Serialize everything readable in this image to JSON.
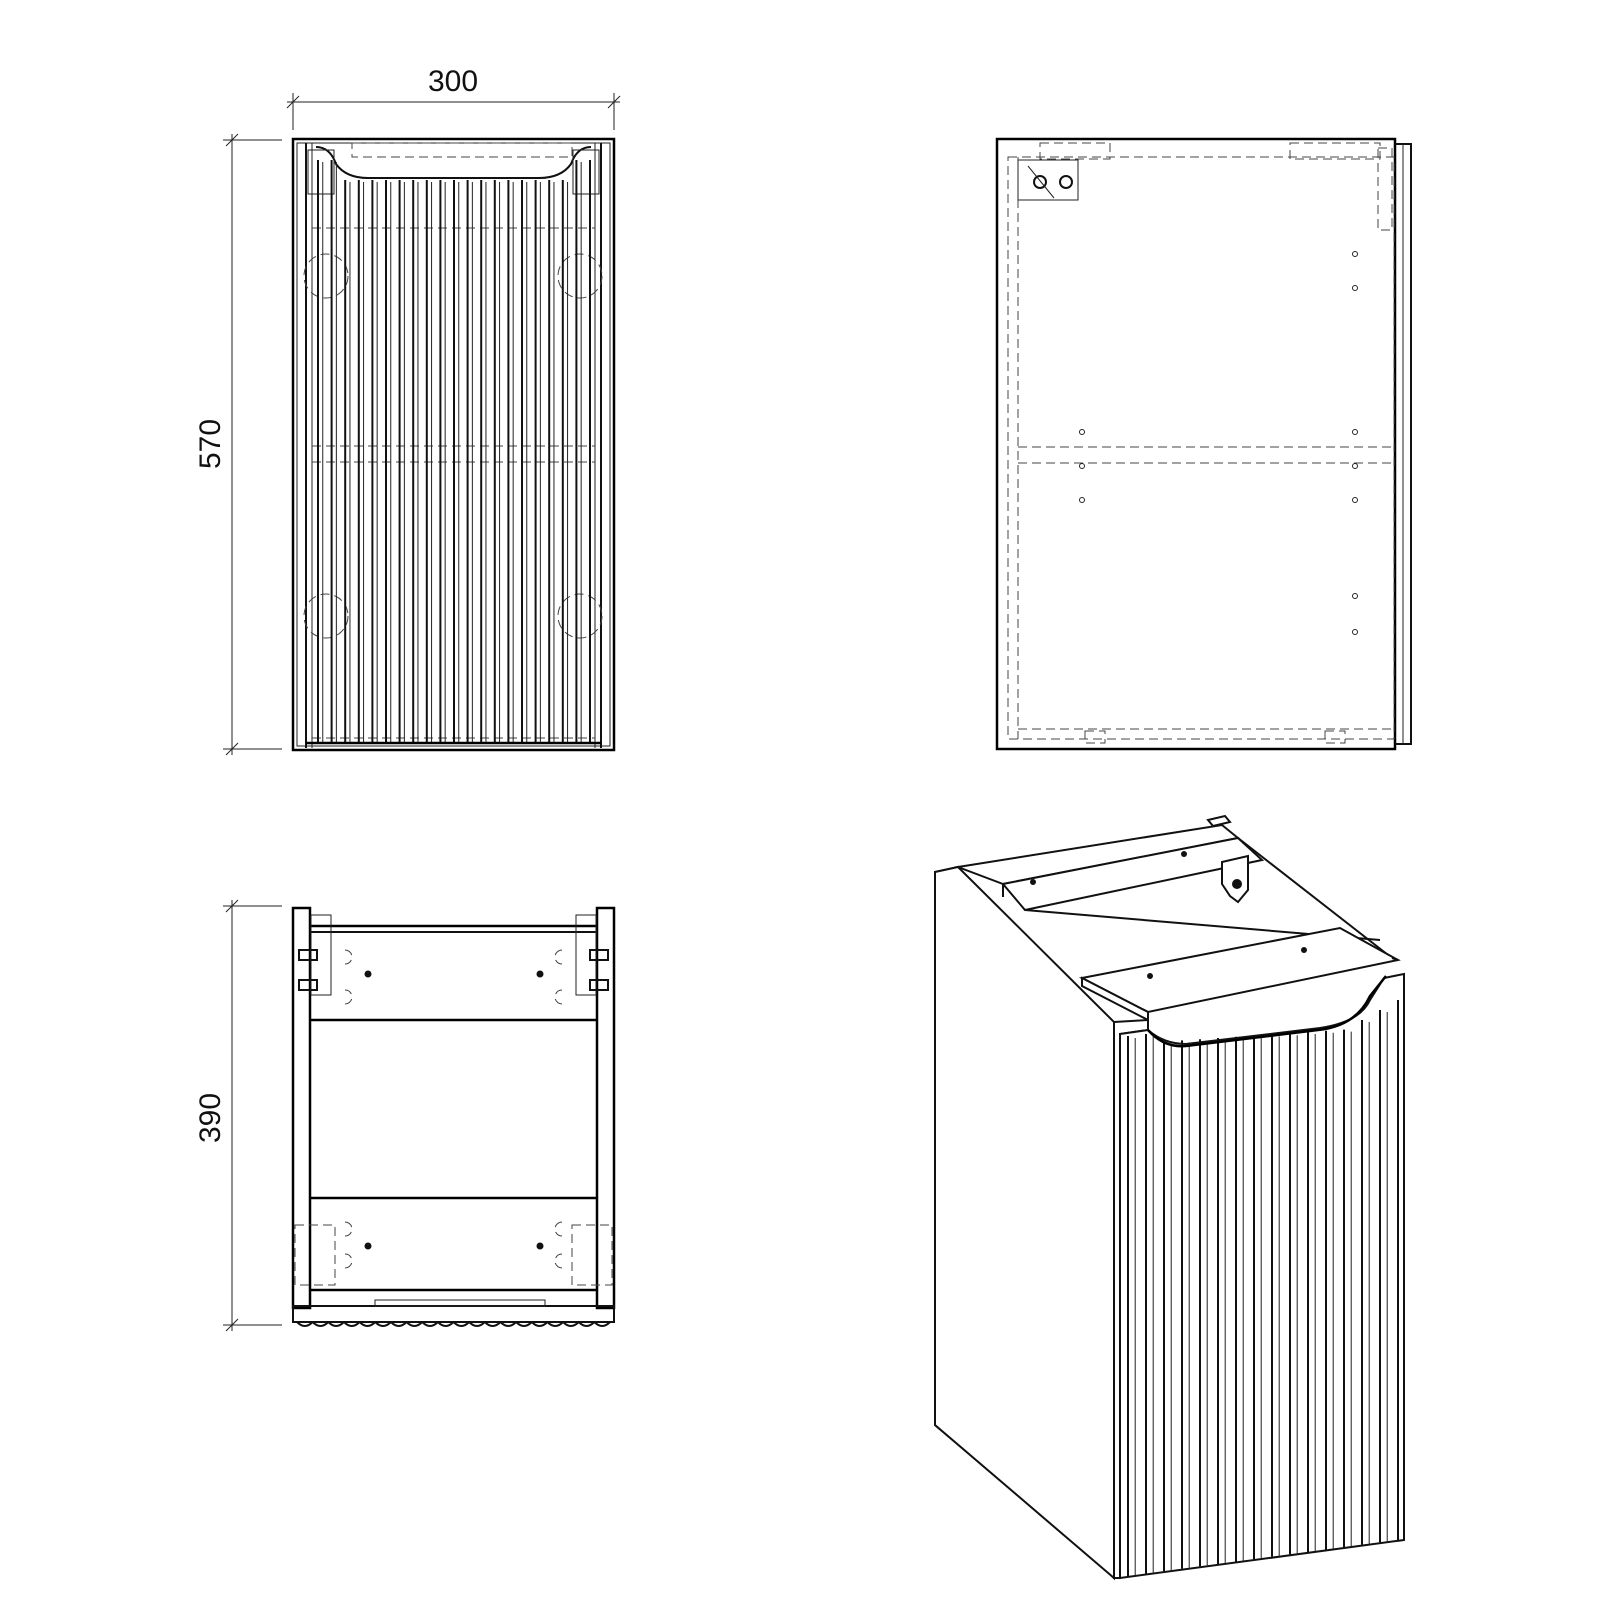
{
  "drawing": {
    "dimensions": {
      "width": "300",
      "height": "570",
      "depth": "390"
    },
    "front_view": {
      "flute_count": 20
    },
    "iso_view": {
      "flute_count": 15
    },
    "colors": {
      "line": "#111111",
      "background": "#ffffff"
    }
  }
}
